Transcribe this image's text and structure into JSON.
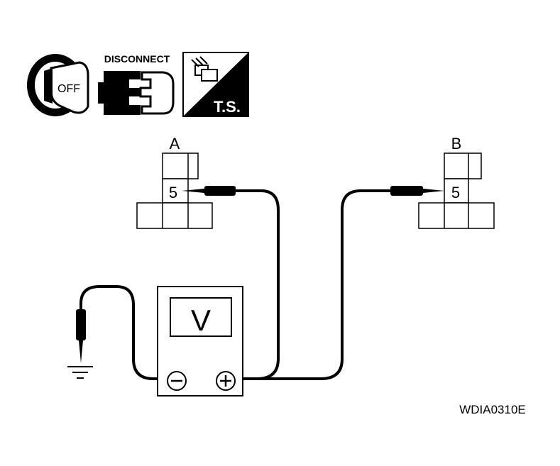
{
  "icons": {
    "ignition_key_text": "OFF",
    "disconnect_label": "DISCONNECT",
    "ts_label": "T.S."
  },
  "connector_a": {
    "label": "A",
    "terminal": "5"
  },
  "connector_b": {
    "label": "B",
    "terminal": "5"
  },
  "meter": {
    "symbol": "V",
    "negative_symbol": "⊖",
    "positive_symbol": "⊕"
  },
  "figure_id": "WDIA0310E",
  "colors": {
    "ink": "#000000",
    "background": "#ffffff"
  }
}
